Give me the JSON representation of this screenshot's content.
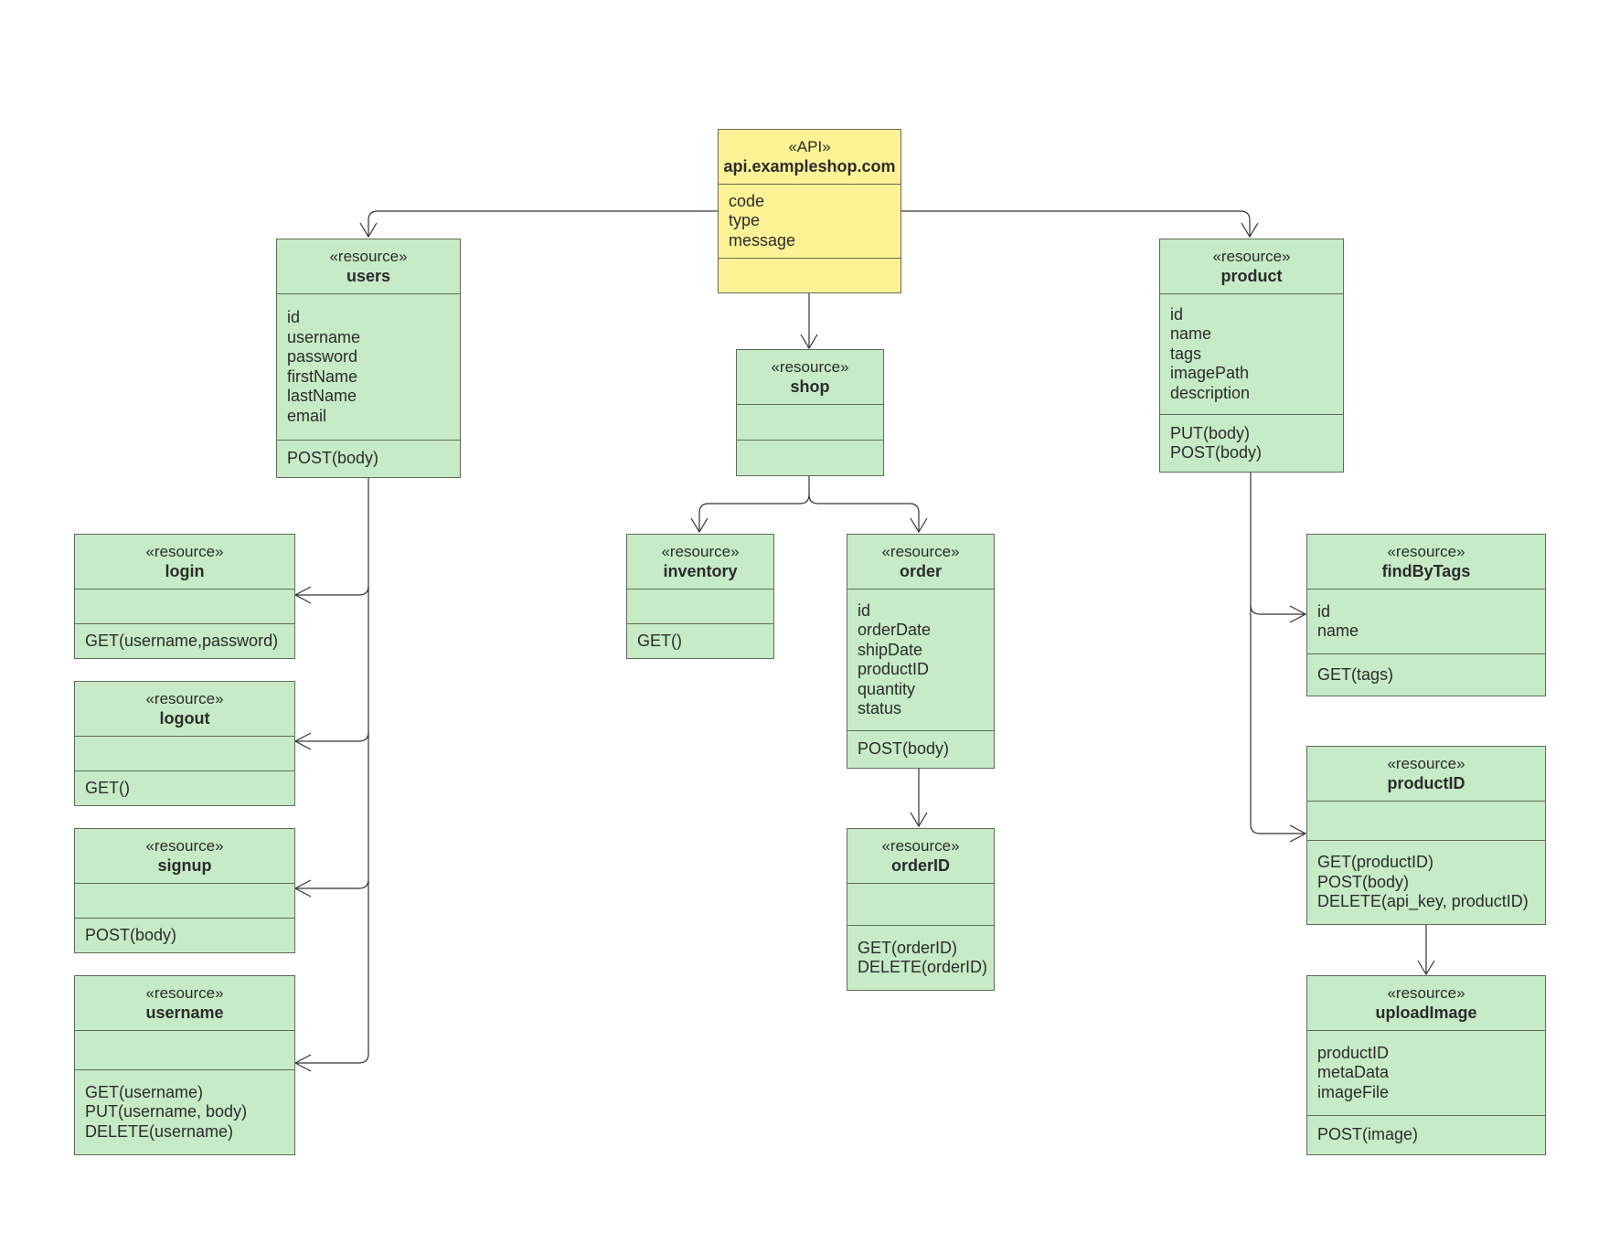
{
  "diagram": {
    "api": {
      "stereotype": "«API»",
      "name": "api.exampleshop.com",
      "attributes": [
        "code",
        "type",
        "message"
      ],
      "operations": []
    },
    "users": {
      "stereotype": "«resource»",
      "name": "users",
      "attributes": [
        "id",
        "username",
        "password",
        "firstName",
        "lastName",
        "email"
      ],
      "operations": [
        "POST(body)"
      ]
    },
    "shop": {
      "stereotype": "«resource»",
      "name": "shop",
      "attributes": [],
      "operations": []
    },
    "product": {
      "stereotype": "«resource»",
      "name": "product",
      "attributes": [
        "id",
        "name",
        "tags",
        "imagePath",
        "description"
      ],
      "operations": [
        "PUT(body)",
        "POST(body)"
      ]
    },
    "login": {
      "stereotype": "«resource»",
      "name": "login",
      "attributes": [],
      "operations": [
        "GET(username,password)"
      ]
    },
    "logout": {
      "stereotype": "«resource»",
      "name": "logout",
      "attributes": [],
      "operations": [
        "GET()"
      ]
    },
    "signup": {
      "stereotype": "«resource»",
      "name": "signup",
      "attributes": [],
      "operations": [
        "POST(body)"
      ]
    },
    "username": {
      "stereotype": "«resource»",
      "name": "username",
      "attributes": [],
      "operations": [
        "GET(username)",
        "PUT(username, body)",
        "DELETE(username)"
      ]
    },
    "inventory": {
      "stereotype": "«resource»",
      "name": "inventory",
      "attributes": [],
      "operations": [
        "GET()"
      ]
    },
    "order": {
      "stereotype": "«resource»",
      "name": "order",
      "attributes": [
        "id",
        "orderDate",
        "shipDate",
        "productID",
        "quantity",
        "status"
      ],
      "operations": [
        "POST(body)"
      ]
    },
    "orderID": {
      "stereotype": "«resource»",
      "name": "orderID",
      "attributes": [],
      "operations": [
        "GET(orderID)",
        "DELETE(orderID)"
      ]
    },
    "findByTags": {
      "stereotype": "«resource»",
      "name": "findByTags",
      "attributes": [
        "id",
        "name"
      ],
      "operations": [
        "GET(tags)"
      ]
    },
    "productID": {
      "stereotype": "«resource»",
      "name": "productID",
      "attributes": [],
      "operations": [
        "GET(productID)",
        "POST(body)",
        "DELETE(api_key, productID)"
      ]
    },
    "uploadImage": {
      "stereotype": "«resource»",
      "name": "uploadImage",
      "attributes": [
        "productID",
        "metaData",
        "imageFile"
      ],
      "operations": [
        "POST(image)"
      ]
    }
  },
  "style": {
    "resource_fill": "#c6ebc6",
    "api_fill": "#fdf296",
    "line_color": "#333333"
  }
}
